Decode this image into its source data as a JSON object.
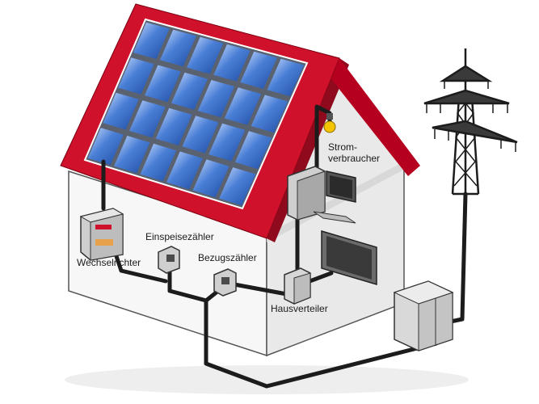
{
  "labels": {
    "inverter": "Wechselrichter",
    "feed_meter": "Einspeisezähler",
    "consumption_meter": "Bezugszähler",
    "consumers_line1": "Strom-",
    "consumers_line2": "verbraucher",
    "distribution": "Hausverteiler"
  },
  "icons": [
    "solar-panel-icon",
    "inverter-icon",
    "electric-meter-icon",
    "light-bulb-icon",
    "computer-icon",
    "monitor-icon",
    "distribution-box-icon",
    "grid-cabinet-icon",
    "power-pylon-icon"
  ],
  "colors": {
    "roof": "#d0112b",
    "panel": "#3b6fc4",
    "wire": "#1c1c1c",
    "wall": "#f4f4f4",
    "bulb": "#f5c400"
  }
}
